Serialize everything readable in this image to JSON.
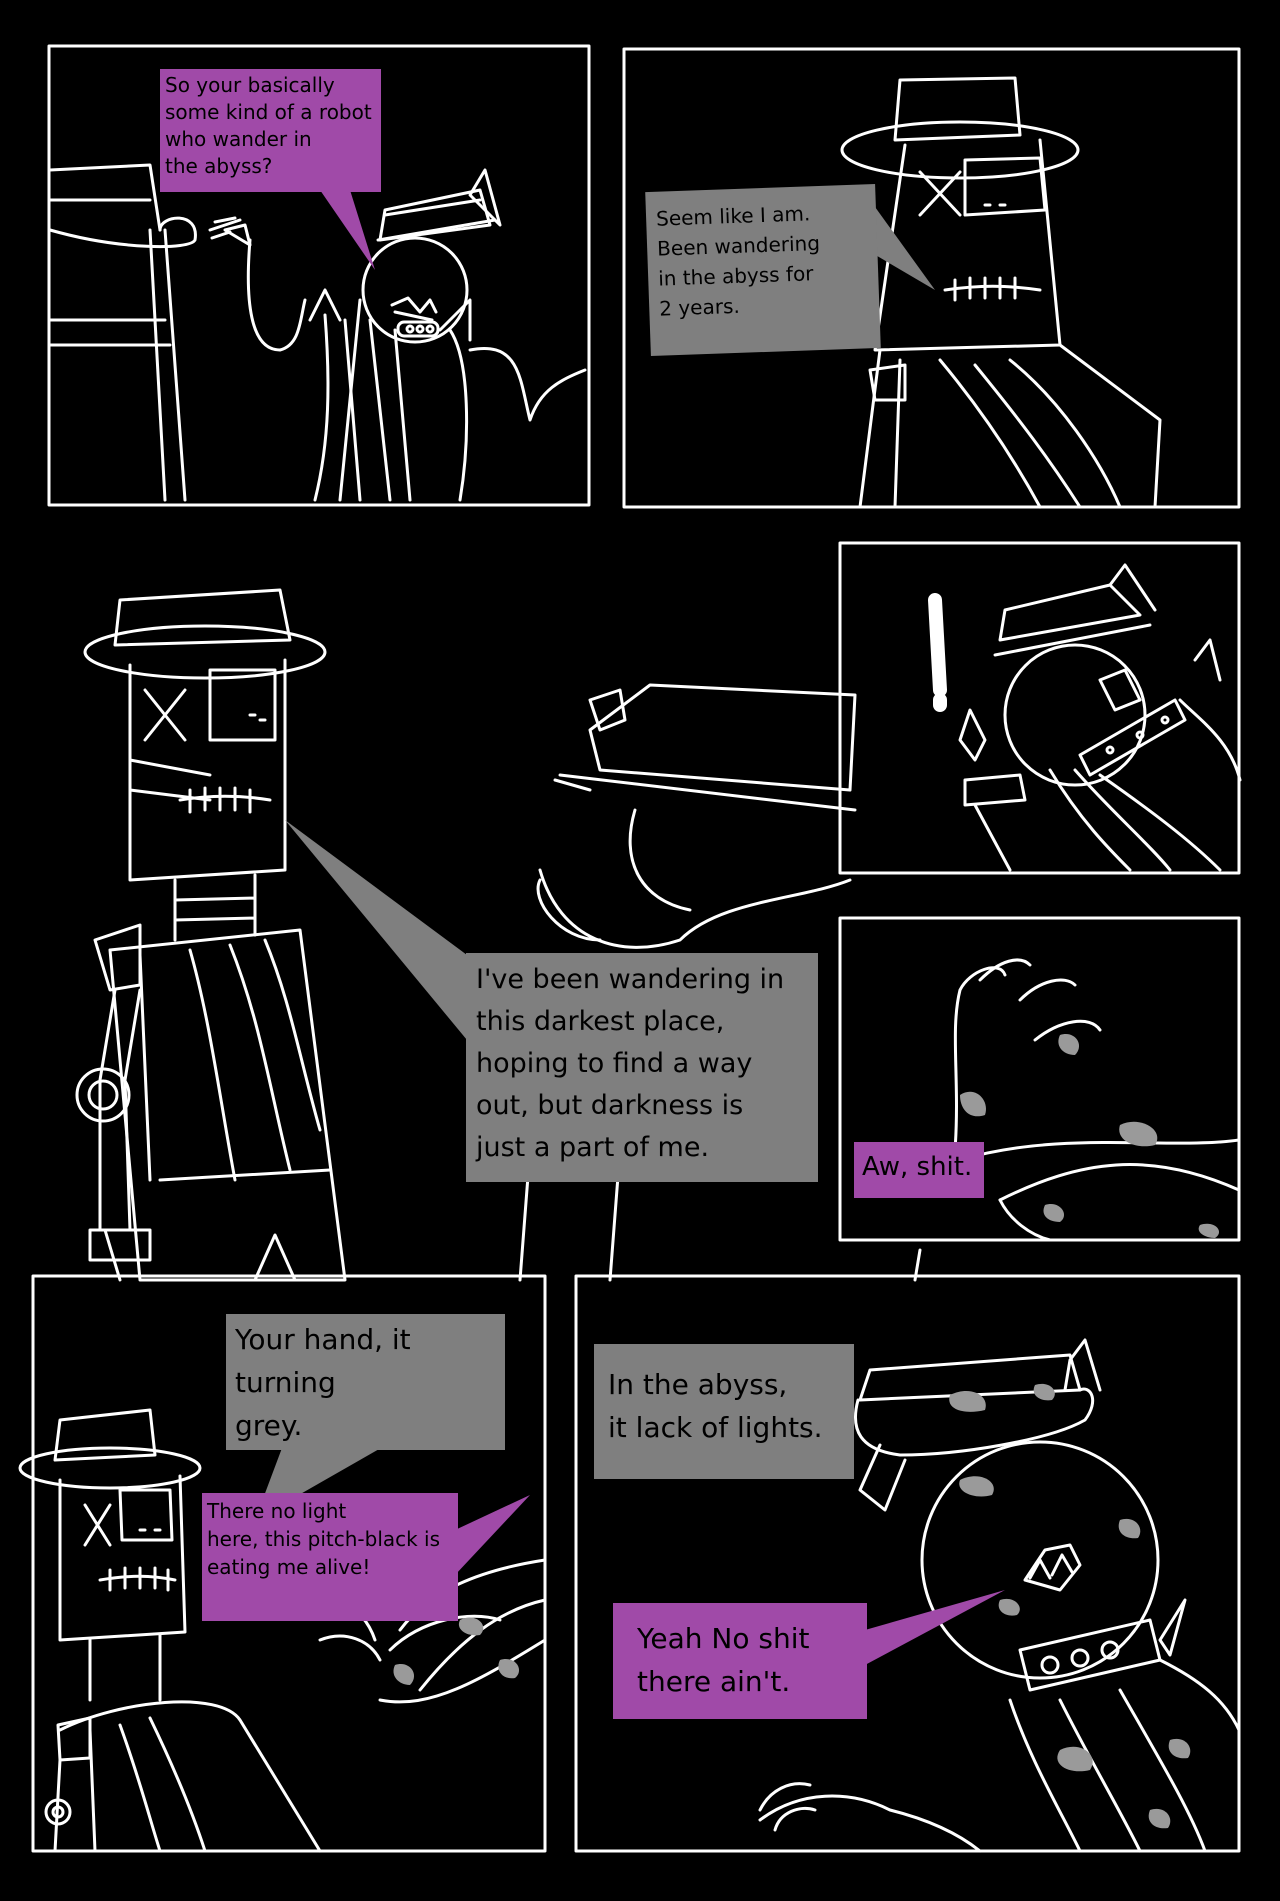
{
  "colors": {
    "background": "#000000",
    "line": "#ffffff",
    "bubble_purple": "#a04aa8",
    "bubble_grey": "#7f7f7f",
    "stain_grey": "#9a9a9a"
  },
  "panels": [
    {
      "character": "spiked-hat-character",
      "bubbles": [
        {
          "style": "purple",
          "text": "So your basically\nsome kind of a robot\nwho wander in\nthe abyss?"
        }
      ]
    },
    {
      "character": "robot-wanderer",
      "bubbles": [
        {
          "style": "grey",
          "text": "Seem like I am.\nBeen wandering\nin the abyss for\n2 years."
        }
      ]
    },
    {
      "character": "robot-wanderer",
      "bubbles": [
        {
          "style": "grey",
          "text": "I've been wandering in\nthis darkest place,\nhoping to find a way\nout, but darkness is\njust a part of me."
        }
      ]
    },
    {
      "character": "spiked-hat-character",
      "bubbles": [
        {
          "style": "sound",
          "text": "!"
        }
      ]
    },
    {
      "character": "grey-stained-hand",
      "bubbles": [
        {
          "style": "purple",
          "text": "Aw, shit."
        }
      ]
    },
    {
      "character": "robot-wanderer",
      "bubbles": [
        {
          "style": "grey",
          "text": "Your hand, it\nturning\ngrey."
        },
        {
          "style": "purple",
          "text": "There no light\nhere, this pitch-black is\neating me alive!"
        }
      ]
    },
    {
      "character": "spiked-hat-character",
      "bubbles": [
        {
          "style": "grey",
          "text": "In the abyss,\nit lack of lights."
        },
        {
          "style": "purple",
          "text": "Yeah No shit\nthere ain't."
        }
      ]
    }
  ]
}
